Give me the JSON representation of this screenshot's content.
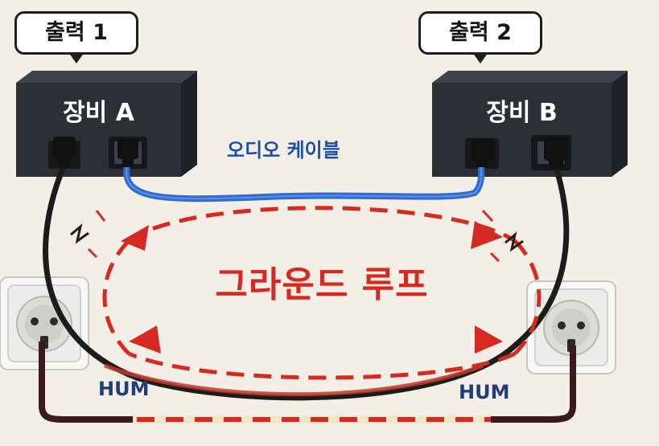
{
  "devices": {
    "a": {
      "output_label": "출력 1",
      "name": "장비 A"
    },
    "b": {
      "output_label": "출력 2",
      "name": "장비 B"
    }
  },
  "cable_label": "오디오 케이블",
  "loop_label": "그라운드 루프",
  "hum_left": "HUM",
  "hum_right": "HUM",
  "colors": {
    "device_body": "#2b2f36",
    "audio_cable": "#2f6bd0",
    "power_cable": "#1c1c1c",
    "loop_arrow": "#d42a22",
    "hum_text": "#1f3d78",
    "background": "#f3efe6"
  }
}
